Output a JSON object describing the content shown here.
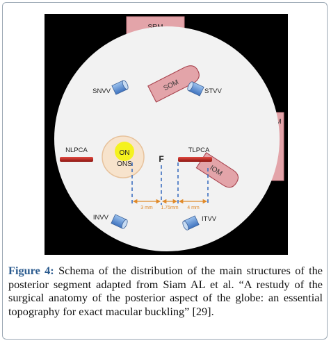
{
  "diagram": {
    "labels": {
      "srm": "SRM",
      "lrm": "LRM",
      "som": "SOM",
      "iom": "IOM",
      "snvv": "SNVV",
      "stvv": "STVV",
      "invv": "INVV",
      "itvv": "ITVV",
      "nlpca": "NLPCA",
      "tlpca": "TLPCA",
      "on": "ON",
      "ons": "ONS",
      "fovea": "F"
    },
    "distances": {
      "d1": "3 mm",
      "d2": "1.75mm",
      "d3": "4 mm"
    },
    "colors": {
      "background": "#000000",
      "globe": "#f2f2f2",
      "muscle": "#e3a4a9",
      "vortex_vein": "#5d8fd0",
      "artery": "#c0221c",
      "optic_nerve_sheath": "#f7e3cc",
      "optic_nerve": "#f5f21e",
      "guide_line": "#3d6fc0",
      "dimension_arrow": "#e08a2a"
    }
  },
  "caption": {
    "label": "Figure 4:",
    "text": " Schema of the distribution of the main structures of the posterior segment adapted from Siam AL et al. “A restudy of the surgical anatomy of the posterior aspect of the globe: an essential topography for exact macular buckling” [29]."
  }
}
